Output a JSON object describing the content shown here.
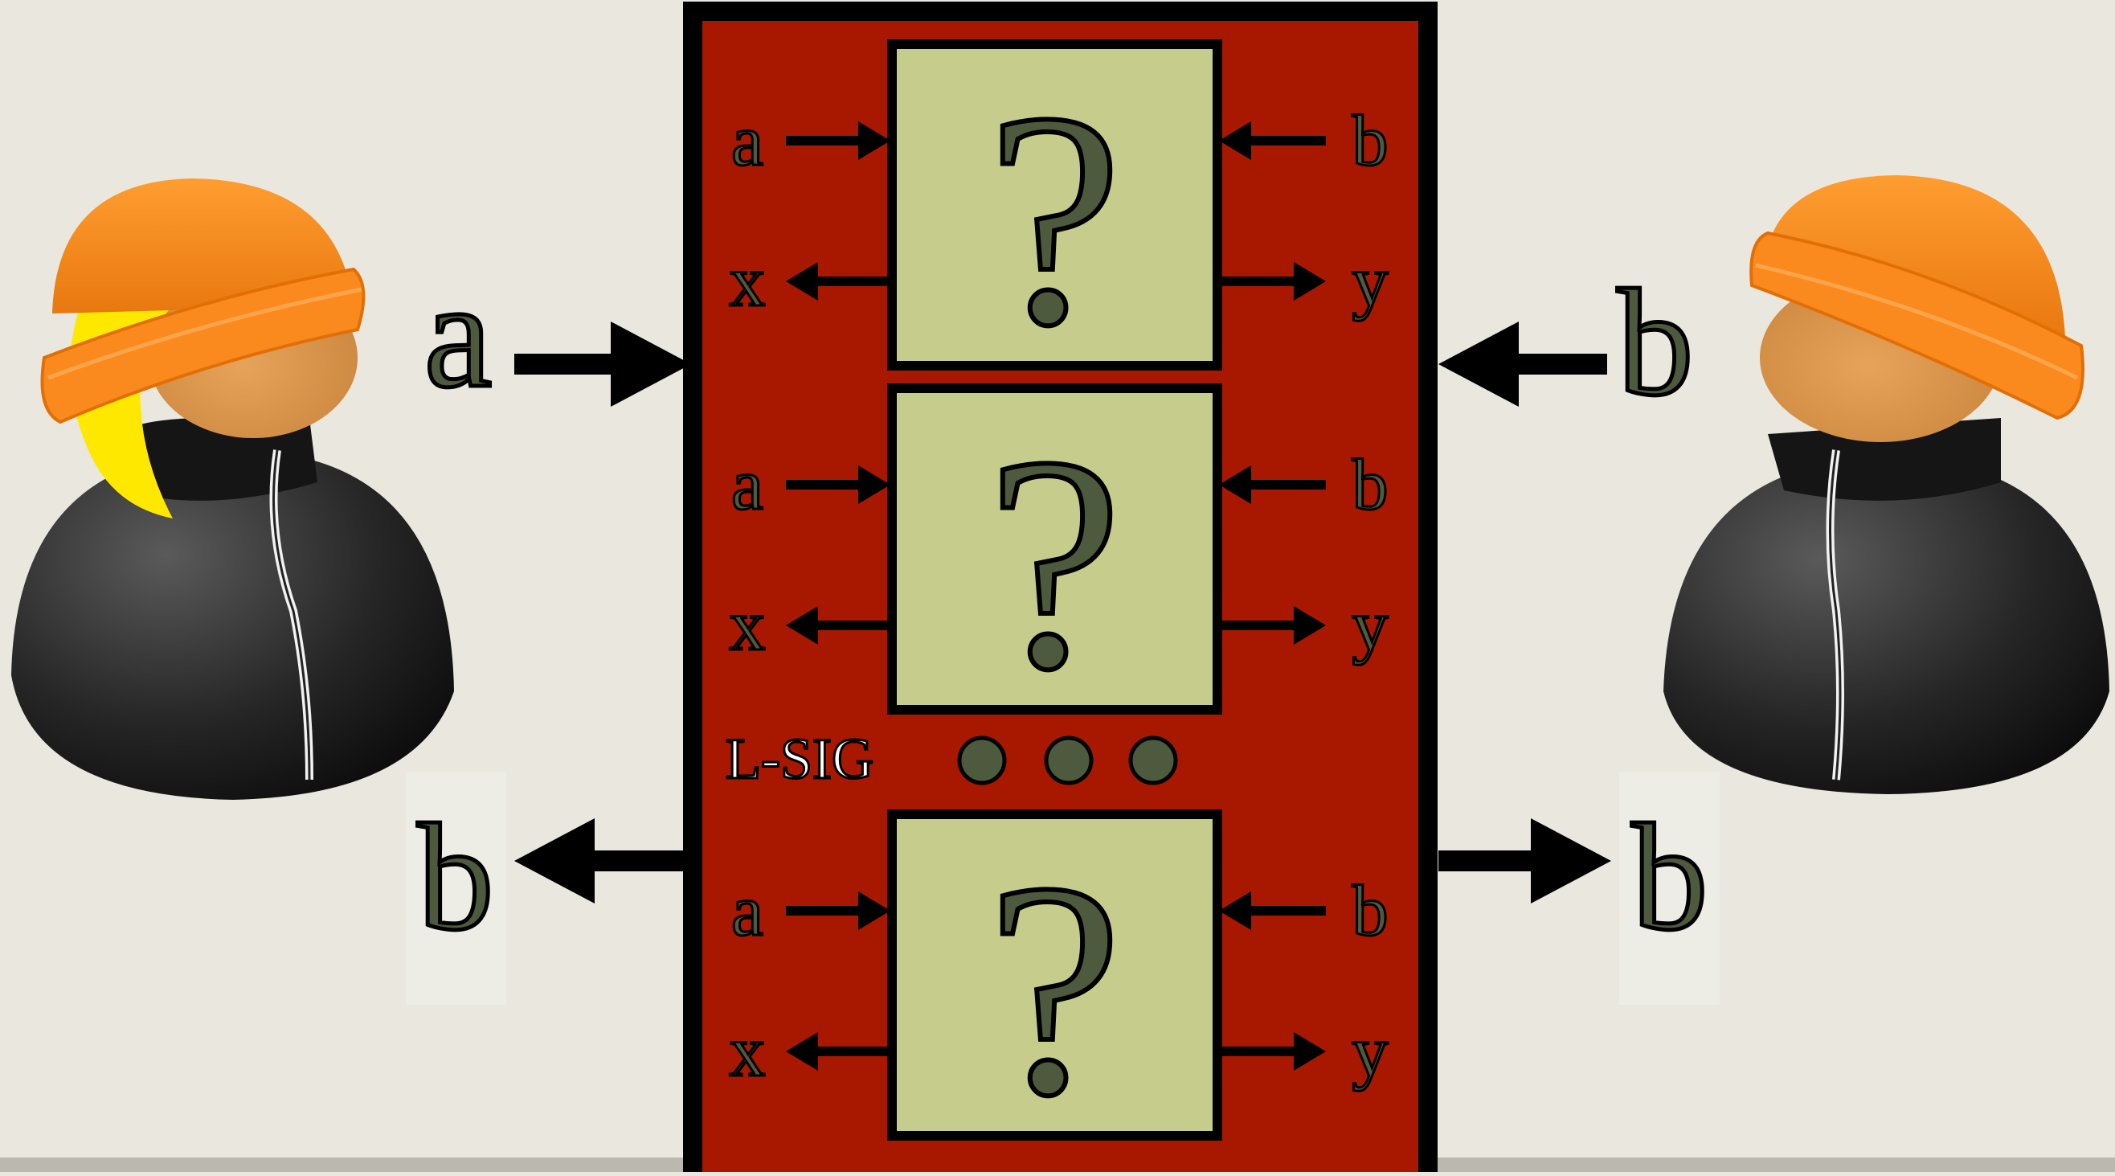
{
  "colors": {
    "background": "#e9e7de",
    "panel_red": "#a81800",
    "box_fill": "#c5cc8c",
    "glyph_green": "#4e5a3e",
    "hat_orange": "#f7891f",
    "face": "#d9964a",
    "hair": "#ffe800",
    "body_black": "#1e1e1e",
    "arrow": "#000000"
  },
  "icons": {
    "left_player": "person-with-hat-and-blonde-hair-icon",
    "right_player": "person-with-hat-icon",
    "box": "question-mark-icon"
  },
  "left_player": {
    "input_label": "a",
    "output_label": "b"
  },
  "right_player": {
    "input_label": "b",
    "output_label": "b"
  },
  "device": {
    "label": "L-SIG",
    "ellipsis": "● ● ●",
    "boxes": [
      {
        "glyph": "?",
        "in_left": "a",
        "out_left": "x",
        "in_right": "b",
        "out_right": "y"
      },
      {
        "glyph": "?",
        "in_left": "a",
        "out_left": "x",
        "in_right": "b",
        "out_right": "y"
      },
      {
        "glyph": "?",
        "in_left": "a",
        "out_left": "x",
        "in_right": "b",
        "out_right": "y"
      }
    ]
  }
}
